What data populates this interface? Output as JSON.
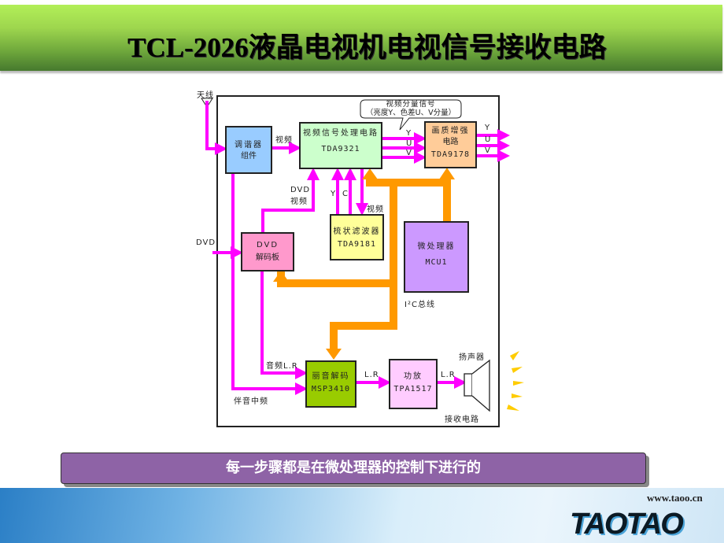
{
  "title": "TCL-2026液晶电视机电视信号接收电路",
  "diagram": {
    "callout_line1": "视频分量信号",
    "callout_line2": "（亮度Y、色差U、V分量）",
    "antenna": "天线",
    "dvd_input": "DVD",
    "tuner": {
      "line1": "调谐器",
      "line2": "组件"
    },
    "video_proc": {
      "name": "视频信号处理电路",
      "chip": "TDA9321"
    },
    "enhance": {
      "name": "画质增强",
      "name2": "电路",
      "chip": "TDA9178"
    },
    "comb": {
      "name": "梳状滤波器",
      "chip": "TDA9181"
    },
    "mcu": {
      "name": "微处理器",
      "chip": "MCU1"
    },
    "dvd_decoder": {
      "name": "DVD",
      "name2": "解码板"
    },
    "audio_decoder": {
      "name": "丽音解码",
      "chip": "MSP3410"
    },
    "amp": {
      "name": "功放",
      "chip": "TPA1517"
    },
    "speaker": "扬声器",
    "labels": {
      "video1": "视频",
      "dvd_video1": "DVD",
      "dvd_video2": "视频",
      "y": "Y",
      "c": "C",
      "video2": "视频",
      "yuv_in": [
        "Y",
        "U",
        "V"
      ],
      "yuv_out": [
        "Y",
        "U",
        "V"
      ],
      "i2c": "I²C总线",
      "audio_lr": "音频L.R",
      "lr1": "L.R",
      "lr2": "L.R",
      "sound_if": "伴音中频",
      "receive": "接收电路"
    },
    "colors": {
      "signal": "#ff00ff",
      "bus": "#ff9900"
    }
  },
  "banner": "每一步骤都是在微处理器的控制下进行的",
  "footer": {
    "url": "www.taoo.cn",
    "logo": "TAOTAO"
  }
}
